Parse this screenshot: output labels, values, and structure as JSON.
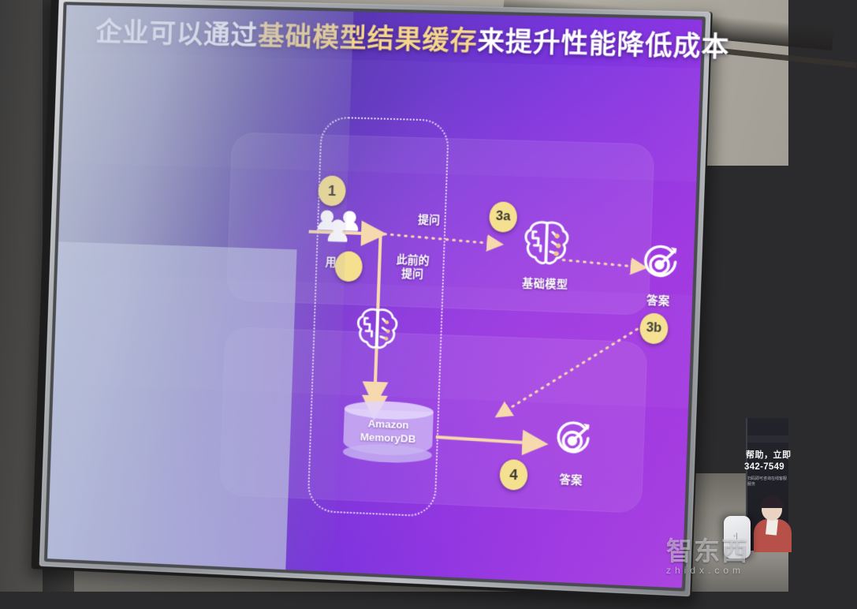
{
  "slide": {
    "title": {
      "prefix": "企业可以通过",
      "highlight": "基础模型结果缓存",
      "suffix": "来提升性能降低成本"
    },
    "nodes": [
      {
        "id": "users",
        "icon": "users-icon",
        "label": "用户",
        "badge": "1"
      },
      {
        "id": "embedding",
        "icon": "brain-chip-icon",
        "label": "",
        "badge": ""
      },
      {
        "id": "foundation",
        "icon": "brain-chip-icon",
        "label": "基础模型",
        "badge": "3a"
      },
      {
        "id": "answer-top",
        "icon": "target-icon",
        "label": "答案",
        "badge": "3b"
      },
      {
        "id": "memorydb",
        "icon": "database-icon",
        "label": "Amazon MemoryDB",
        "badge": ""
      },
      {
        "id": "answer-bot",
        "icon": "target-icon",
        "label": "答案",
        "badge": "4"
      }
    ],
    "edge_labels": [
      {
        "id": "ask",
        "text": "提问"
      },
      {
        "id": "previous-ask",
        "text": "此前的\n提问",
        "line1": "此前的",
        "line2": "提问"
      }
    ],
    "database_label": {
      "line1": "Amazon",
      "line2": "MemoryDB"
    },
    "colors": {
      "accent_gold": "#f5e08f",
      "title_highlight": "#f5d68a",
      "arrow": "#f6d9ac",
      "screen_purple": "#7a34dd",
      "screen_magenta": "#ad49df"
    }
  },
  "room": {
    "poster": {
      "line1": "帮助，立即",
      "line2": "342-7549",
      "fine_print": "扫码即可咨询在线客服\n服务"
    },
    "wall_panel": {
      "indicator": "◦|"
    }
  },
  "watermark": {
    "chinese": "智东西",
    "latin": "zhidx.com"
  }
}
